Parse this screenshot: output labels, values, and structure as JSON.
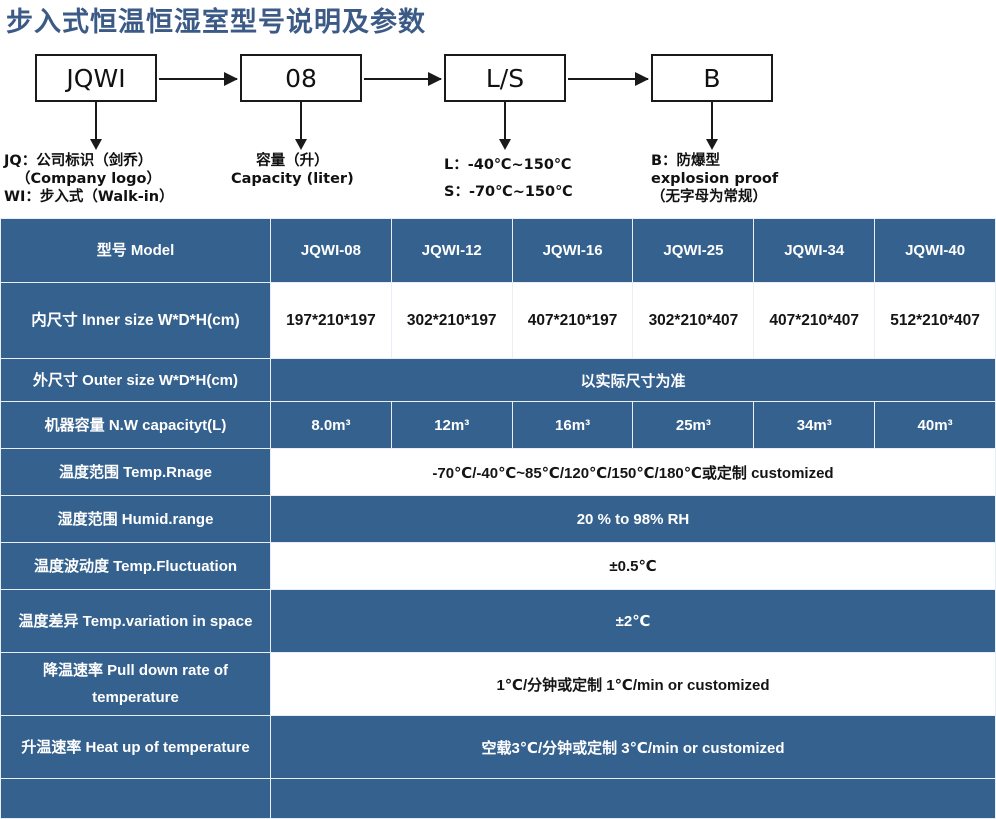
{
  "title": "步入式恒温恒湿室型号说明及参数",
  "accent_color": "#35618E",
  "title_color": "#3b5a86",
  "diagram": {
    "boxes": [
      {
        "label": "JQWI"
      },
      {
        "label": "08"
      },
      {
        "label": "L/S"
      },
      {
        "label": "B"
      }
    ],
    "captions": [
      {
        "line1": "JQ：公司标识（剑乔）",
        "line2": "（Company logo）",
        "line3": "WI：步入式（Walk-in）"
      },
      {
        "line1": "容量（升）",
        "line2": "Capacity (liter)",
        "line3": ""
      },
      {
        "line1": "L：-40℃~150℃",
        "line2": "",
        "line3": "S：-70℃~150℃"
      },
      {
        "line1": "B：防爆型",
        "line2": "explosion proof",
        "line3": "（无字母为常规）"
      }
    ]
  },
  "table": {
    "header": {
      "row_label": "型号 Model",
      "models": [
        "JQWI-08",
        "JQWI-12",
        "JQWI-16",
        "JQWI-25",
        "JQWI-34",
        "JQWI-40"
      ]
    },
    "rows": [
      {
        "label": "内尺寸 Inner size W*D*H(cm)",
        "style": "white",
        "span": false,
        "values": [
          "197*210*197",
          "302*210*197",
          "407*210*197",
          "302*210*407",
          "407*210*407",
          "512*210*407"
        ]
      },
      {
        "label": "外尺寸 Outer size W*D*H(cm)",
        "style": "blue",
        "span": true,
        "value": "以实际尺寸为准"
      },
      {
        "label": "机器容量 N.W capacityt(L)",
        "style": "blue",
        "span": false,
        "values": [
          "8.0m³",
          "12m³",
          "16m³",
          "25m³",
          "34m³",
          "40m³"
        ]
      },
      {
        "label": "温度范围 Temp.Rnage",
        "style": "white",
        "span": true,
        "value": "-70℃/-40℃~85℃/120℃/150℃/180℃或定制 customized"
      },
      {
        "label": "湿度范围 Humid.range",
        "style": "blue",
        "span": true,
        "value": "20 % to 98% RH"
      },
      {
        "label": "温度波动度 Temp.Fluctuation",
        "style": "white",
        "span": true,
        "value": "±0.5℃"
      },
      {
        "label": "温度差异 Temp.variation in space",
        "style": "blue",
        "span": true,
        "value": "±2℃"
      },
      {
        "label": "降温速率 Pull down rate of temperature",
        "style": "white",
        "span": true,
        "value": "1℃/分钟或定制    1℃/min or customized"
      },
      {
        "label": "升温速率 Heat up of temperature",
        "style": "blue",
        "span": true,
        "value": "空载3℃/分钟或定制 3℃/min or customized"
      },
      {
        "label": "",
        "style": "blue",
        "span": true,
        "value": ""
      }
    ]
  }
}
